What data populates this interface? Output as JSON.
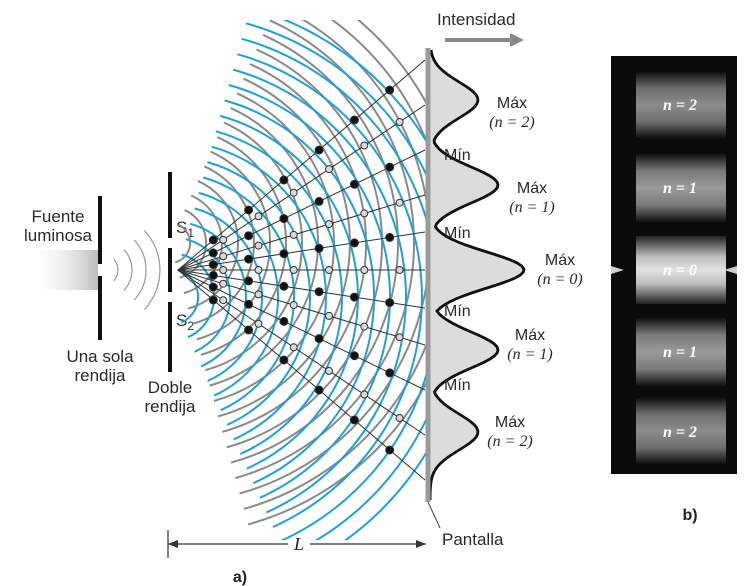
{
  "source": {
    "label_line1": "Fuente",
    "label_line2": "luminosa"
  },
  "single_slit": {
    "label_line1": "Una sola",
    "label_line2": "rendija"
  },
  "double_slit": {
    "label_line1": "Doble",
    "label_line2": "rendija",
    "s1": "S",
    "s1_sub": "1",
    "s2": "S",
    "s2_sub": "2"
  },
  "intensity_label": "Intensidad",
  "screen_label": "Pantalla",
  "distance_label": "L",
  "part_a_label": "a)",
  "part_b_label": "b)",
  "maxima": [
    {
      "word": "Máx",
      "order": "(n = 2)"
    },
    {
      "word": "Máx",
      "order": "(n = 1)"
    },
    {
      "word": "Máx",
      "order": "(n = 0)"
    },
    {
      "word": "Máx",
      "order": "(n = 1)"
    },
    {
      "word": "Máx",
      "order": "(n = 2)"
    }
  ],
  "minima": [
    {
      "word": "Mín"
    },
    {
      "word": "Mín"
    },
    {
      "word": "Mín"
    },
    {
      "word": "Mín"
    }
  ],
  "fringes": [
    {
      "label": "n = 2"
    },
    {
      "label": "n = 1"
    },
    {
      "label": "n = 0"
    },
    {
      "label": "n = 1"
    },
    {
      "label": "n = 2"
    }
  ],
  "colors": {
    "blue_crest": "#1aa3d9",
    "gray_crest": "#8a8a8a",
    "screen": "#9a9a9a",
    "intensity_fill": "#dcdcdc",
    "photo_bg": "#0b0b0b"
  }
}
